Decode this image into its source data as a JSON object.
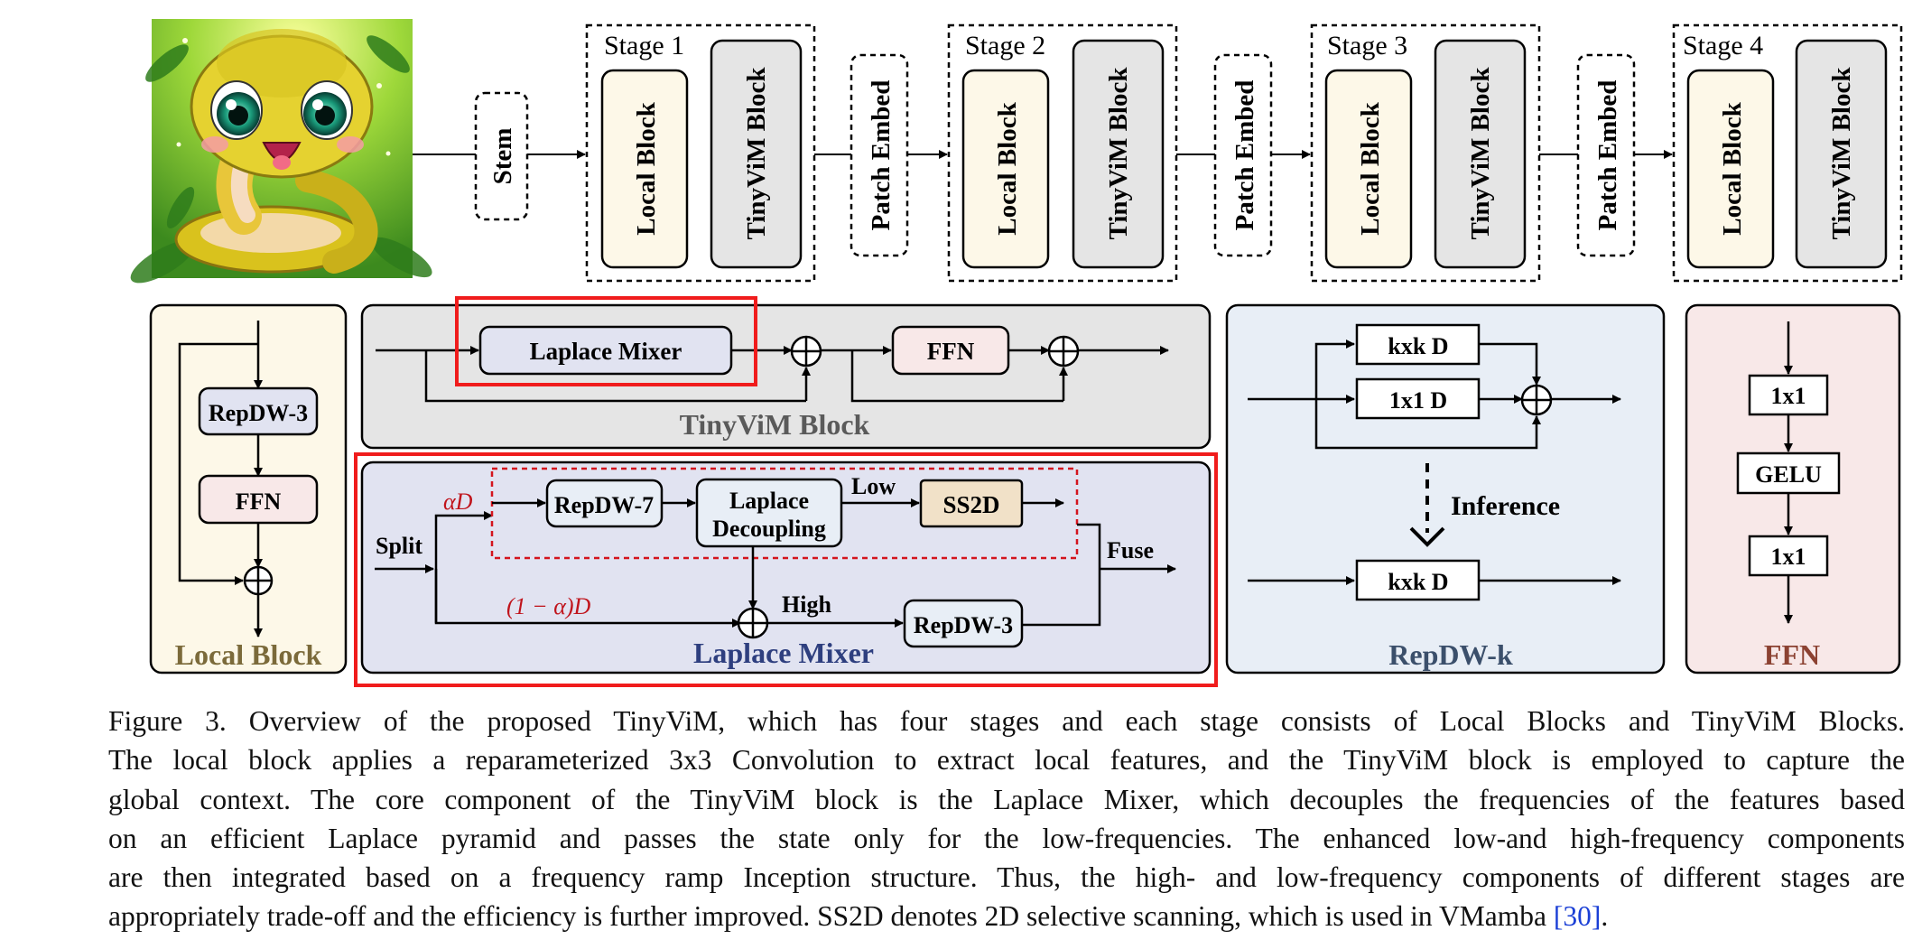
{
  "top": {
    "stem": "Stem",
    "stages": [
      {
        "title": "Stage 1",
        "local": "Local Block",
        "tiny": "TinyViM Block"
      },
      {
        "title": "Stage 2",
        "local": "Local Block",
        "tiny": "TinyViM Block"
      },
      {
        "title": "Stage 3",
        "local": "Local Block",
        "tiny": "TinyViM Block"
      },
      {
        "title": "Stage 4",
        "local": "Local Block",
        "tiny": "TinyViM Block"
      }
    ],
    "patch_embed": "Patch Embed"
  },
  "local_block": {
    "title": "Local Block",
    "repdw": "RepDW-3",
    "ffn": "FFN"
  },
  "tinyvim_block": {
    "title": "TinyViM Block",
    "mixer": "Laplace Mixer",
    "ffn": "FFN"
  },
  "laplace_mixer": {
    "title": "Laplace Mixer",
    "split": "Split",
    "alpha": "αD",
    "one_minus_alpha": "(1 − α)D",
    "repdw7": "RepDW-7",
    "decoupling_line1": "Laplace",
    "decoupling_line2": "Decoupling",
    "low": "Low",
    "ss2d": "SS2D",
    "high": "High",
    "repdw3": "RepDW-3",
    "fuse": "Fuse"
  },
  "repdw_k": {
    "title": "RepDW-k",
    "kxk": "kxk D",
    "one_by_one": "1x1 D",
    "inference": "Inference",
    "kxk_inf": "kxk D"
  },
  "ffn_panel": {
    "title": "FFN",
    "conv1": "1x1",
    "gelu": "GELU",
    "conv2": "1x1"
  },
  "colors": {
    "local_fill": "#fdf8e8",
    "tiny_fill": "#e5e5e5",
    "mixer_fill": "#e1e3f1",
    "ffn_fill": "#f8e8e8",
    "ss2d_fill": "#f1e1c8",
    "repdw_panel_fill": "#e8eef6",
    "highlight_red": "#f01c1c",
    "alpha_red": "#c0141c",
    "local_title": "#7b6a3a",
    "mixer_title": "#2e3f7f",
    "repdw_title": "#3b4f6b",
    "ffn_title": "#8c4232"
  },
  "caption": {
    "lines": [
      "Figure 3.  Overview of the proposed TinyViM, which has four stages and each stage consists of Local Blocks and TinyViM Blocks.",
      "The local block applies a reparameterized 3x3 Convolution to extract local features, and the TinyViM block is employed to capture the",
      "global context.  The core component of the TinyViM block is the Laplace Mixer, which decouples the frequencies of the features based",
      "on an efficient Laplace pyramid and passes the state only for the low-frequencies.  The enhanced low-and high-frequency components",
      "are then integrated based on a frequency ramp Inception structure. Thus, the high- and low-frequency components of different stages are",
      "appropriately trade-off and the efficiency is further improved. SS2D denotes 2D selective scanning, which is used in VMamba "
    ],
    "citation": "[30]",
    "end": "."
  }
}
